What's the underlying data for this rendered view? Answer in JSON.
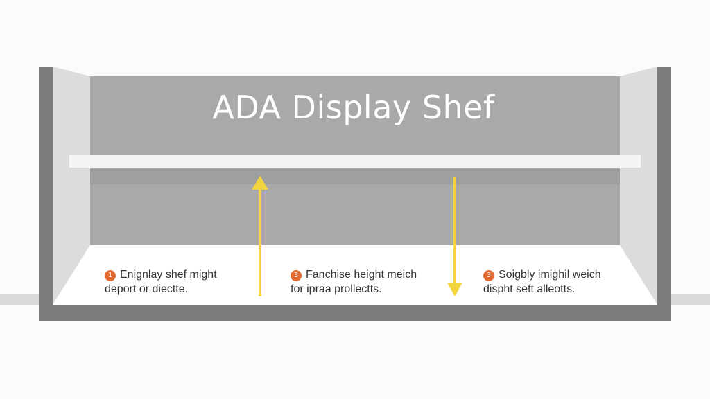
{
  "title": "ADA Display Shef",
  "colors": {
    "back_wall": "#a9a9a9",
    "frame": "#7c7c7c",
    "shelf": "#f4f4f4",
    "floor": "#ffffff",
    "arrow": "#f2d43e",
    "badge": "#e2692f"
  },
  "callouts": [
    {
      "number": "1",
      "line1": "Enignlay shef might",
      "line2": "deport or diectte."
    },
    {
      "number": "3",
      "line1": "Fanchise height meich",
      "line2": "for ipraa prollectts."
    },
    {
      "number": "3",
      "line1": "Soigbly imighil weich",
      "line2": "dispht seft alleotts."
    }
  ],
  "arrows": [
    {
      "direction": "up"
    },
    {
      "direction": "down"
    }
  ]
}
